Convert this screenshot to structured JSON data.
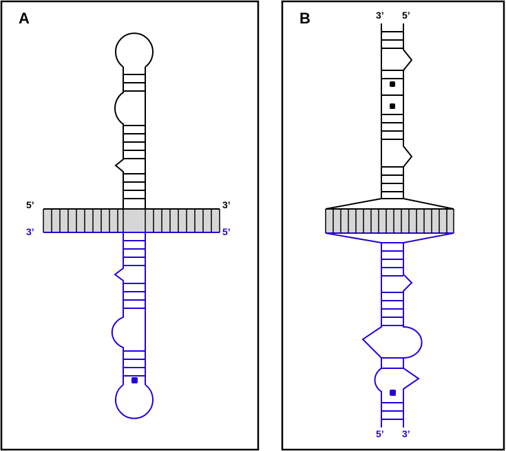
{
  "panels": {
    "a": {
      "letter": "A",
      "upper_left_end": "5’",
      "upper_right_end": "3’",
      "lower_left_end": "3’",
      "lower_right_end": "5’"
    },
    "b": {
      "letter": "B",
      "top_left_end": "3’",
      "top_right_end": "5’",
      "bottom_left_end": "5’",
      "bottom_right_end": "3’"
    }
  },
  "colors": {
    "strand_1": "#000000",
    "strand_2": "#2200dd",
    "duplex_fill": "#d6d6d6"
  }
}
